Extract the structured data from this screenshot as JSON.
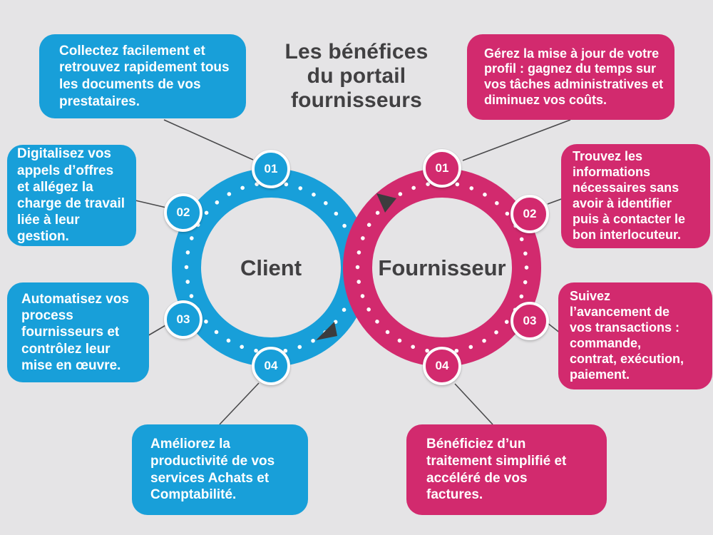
{
  "title": "Les bénéfices\ndu portail\nfournisseurs",
  "colors": {
    "blue": "#189fd9",
    "pink": "#d22a6e",
    "background": "#e5e4e6",
    "heading": "#414042",
    "box_text": "#ffffff",
    "connector": "#4a4a4c",
    "arrow": "#3c3c3e",
    "dot": "#ffffff"
  },
  "client_circle": {
    "label": "Client",
    "items": [
      {
        "number": "01",
        "text": "Collectez facilement et retrouvez rapidement tous les documents de vos prestataires."
      },
      {
        "number": "02",
        "text": "Digitalisez vos appels d’offres et allégez la charge de travail liée à leur gestion."
      },
      {
        "number": "03",
        "text": "Automatisez vos process fournisseurs et contrôlez leur mise en œuvre."
      },
      {
        "number": "04",
        "text": "Améliorez la productivité de vos services Achats et Comptabilité."
      }
    ]
  },
  "supplier_circle": {
    "label": "Fournisseur",
    "items": [
      {
        "number": "01",
        "text": "Gérez la mise à jour de votre profil : gagnez du temps sur vos tâches administratives et diminuez vos coûts."
      },
      {
        "number": "02",
        "text": "Trouvez les informations nécessaires sans avoir à identifier puis à contacter le bon interlocuteur."
      },
      {
        "number": "03",
        "text": "Suivez l’avancement de vos transactions : commande, contrat, exécution, paiement."
      },
      {
        "number": "04",
        "text": "Bénéficiez d’un traitement simplifié et accéléré de vos factures."
      }
    ]
  }
}
